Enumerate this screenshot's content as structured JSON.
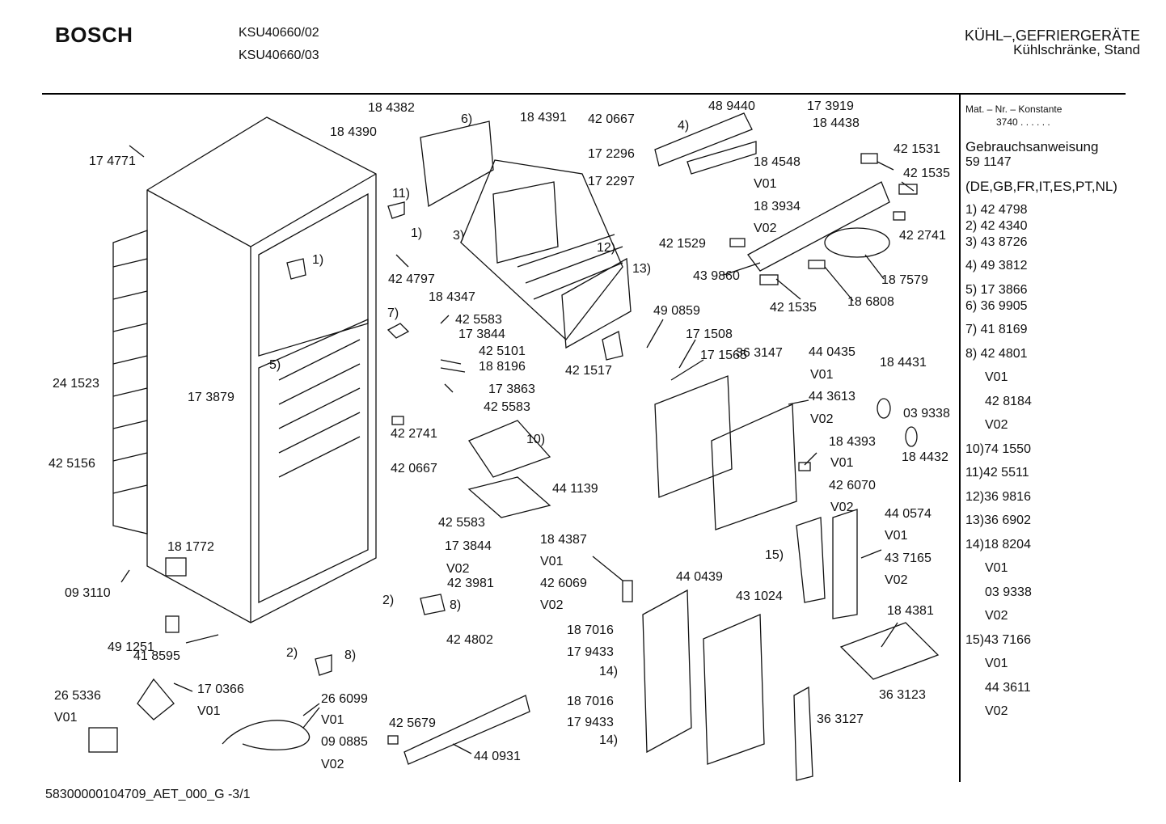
{
  "header": {
    "brand": "BOSCH",
    "models": [
      "KSU40660/02",
      "KSU40660/03"
    ],
    "category": "KÜHL–,GEFRIERGERÄTE",
    "subcategory": "Kühlschränke, Stand"
  },
  "sidebar": {
    "mat_nr_label": "Mat. – Nr. – Konstante",
    "mat_nr_value": "3740  .  .   .  .  .  .",
    "manual_label": "Gebrauchsanweisung",
    "manual_number": "59 1147",
    "languages": "(DE,GB,FR,IT,ES,PT,NL)",
    "entries": [
      "1) 42 4798",
      "2) 42 4340",
      "3) 43 8726",
      "4) 49 3812",
      "5) 17 3866",
      "6) 36 9905",
      "7) 41 8169",
      "8) 42 4801",
      "V01",
      "42 8184",
      "V02",
      "10)74 1550",
      "11)42 5511",
      "12)36 9816",
      "13)36 6902",
      "14)18 8204",
      "V01",
      "03 9338",
      "V02",
      "15)43 7166",
      "V01",
      "44 3611",
      "V02"
    ]
  },
  "labels": [
    "18 4382",
    "18 4390",
    "6)",
    "18 4391",
    "42 0667",
    "48 9440",
    "17 3919",
    "18 4438",
    "4)",
    "17 2296",
    "17 2297",
    "18 4548",
    "V01",
    "18 3934",
    "V02",
    "42 1531",
    "42 1535",
    "42 2741",
    "17 4771",
    "11)",
    "1)",
    "3)",
    "12)",
    "13)",
    "42 1529",
    "43 9860",
    "42 1535",
    "18 6808",
    "18 7579",
    "42 4797",
    "18 4347",
    "1)",
    "7)",
    "42 5583",
    "17 3844",
    "42 5101",
    "18 8196",
    "17 3863",
    "42 5583",
    "49 0859",
    "17 1508",
    "17 1565",
    "36 3147",
    "44 0435",
    "V01",
    "44 3613",
    "V02",
    "18 4431",
    "03 9338",
    "18 4432",
    "24 1523",
    "17 3879",
    "5)",
    "42 1517",
    "42 2741",
    "10)",
    "42 0667",
    "44 1139",
    "18 4393",
    "V01",
    "42 6070",
    "V02",
    "44 0574",
    "V01",
    "43 7165",
    "V02",
    "15)",
    "42 5156",
    "42 5583",
    "17 3844",
    "V02",
    "42 3981",
    "18 4387",
    "V01",
    "42 6069",
    "V02",
    "18 1772",
    "09 3110",
    "2)",
    "8)",
    "44 0439",
    "43 1024",
    "18 4381",
    "49 1251",
    "42 4802",
    "18 7016",
    "17 9433",
    "14)",
    "41 8595",
    "2)",
    "8)",
    "36 3123",
    "26 5336",
    "17 0366",
    "V01",
    "V01",
    "26 6099",
    "V01",
    "18 7016",
    "17 9433",
    "14)",
    "36 3127",
    "42 5679",
    "09 0885",
    "V02",
    "44 0931"
  ],
  "footer": "58300000104709_AET_000_G  -3/1"
}
